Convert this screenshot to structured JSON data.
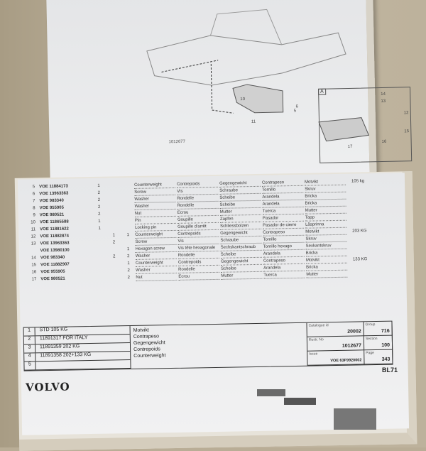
{
  "diagram": {
    "illustration_no": "1012677",
    "detail_label": "A",
    "callouts": [
      "5",
      "6",
      "10",
      "11",
      "12",
      "13",
      "14",
      "15",
      "16",
      "17"
    ]
  },
  "parts": [
    {
      "pos": "5",
      "part": "VOE 11884173",
      "q1": "1",
      "q2": "",
      "q3": "",
      "en": "Counterweight",
      "fr": "Contrepoids",
      "de": "Gegengewicht",
      "es": "Contrapeso",
      "sv": "Motvikt",
      "remark": "105 kg"
    },
    {
      "pos": "6",
      "part": "VOE 13963363",
      "q1": "2",
      "q2": "",
      "q3": "",
      "en": "Screw",
      "fr": "Vis",
      "de": "Schraube",
      "es": "Tornillo",
      "sv": "Skruv",
      "remark": ""
    },
    {
      "pos": "7",
      "part": "VOE 983340",
      "q1": "2",
      "q2": "",
      "q3": "",
      "en": "Washer",
      "fr": "Rondelle",
      "de": "Scheibe",
      "es": "Arandela",
      "sv": "Bricka",
      "remark": ""
    },
    {
      "pos": "8",
      "part": "VOE 955905",
      "q1": "2",
      "q2": "",
      "q3": "",
      "en": "Washer",
      "fr": "Rondelle",
      "de": "Scheibe",
      "es": "Arandela",
      "sv": "Bricka",
      "remark": ""
    },
    {
      "pos": "9",
      "part": "VOE 980521",
      "q1": "2",
      "q2": "",
      "q3": "",
      "en": "Nut",
      "fr": "Ecrou",
      "de": "Mutter",
      "es": "Tuerca",
      "sv": "Mutter",
      "remark": ""
    },
    {
      "pos": "10",
      "part": "VOE 11865588",
      "q1": "1",
      "q2": "",
      "q3": "",
      "en": "Pin",
      "fr": "Goupille",
      "de": "Zapfen",
      "es": "Pasador",
      "sv": "Tapp",
      "remark": ""
    },
    {
      "pos": "11",
      "part": "VOE 11881622",
      "q1": "1",
      "q2": "",
      "q3": "",
      "en": "Locking pin",
      "fr": "Goupille d'arrêt",
      "de": "Schliessbolzen",
      "es": "Pasador de cierre",
      "sv": "Låsprinna",
      "remark": ""
    },
    {
      "pos": "12",
      "part": "VOE 11882874",
      "q1": "",
      "q2": "1",
      "q3": "1",
      "en": "Counterweight",
      "fr": "Contrepoids",
      "de": "Gegengewicht",
      "es": "Contrapeso",
      "sv": "Motvikt",
      "remark": "203 KG"
    },
    {
      "pos": "13",
      "part": "VOE 13963363",
      "q1": "",
      "q2": "2",
      "q3": "",
      "en": "Screw",
      "fr": "Vis",
      "de": "Schraube",
      "es": "Tornillo",
      "sv": "Skruv",
      "remark": ""
    },
    {
      "pos": "",
      "part": "VOE 13980100",
      "q1": "",
      "q2": "",
      "q3": "1",
      "en": "Hexagon screw",
      "fr": "Vis tête hexagonale",
      "de": "Sechskantschraub",
      "es": "Tornillo hexago",
      "sv": "Sexkantskruv",
      "remark": ""
    },
    {
      "pos": "14",
      "part": "VOE 983340",
      "q1": "",
      "q2": "2",
      "q3": "2",
      "en": "Washer",
      "fr": "Rondelle",
      "de": "Scheibe",
      "es": "Arandela",
      "sv": "Bricka",
      "remark": ""
    },
    {
      "pos": "15",
      "part": "VOE 11882907",
      "q1": "",
      "q2": "",
      "q3": "1",
      "en": "Counterweight",
      "fr": "Contrepoids",
      "de": "Gegengewicht",
      "es": "Contrapeso",
      "sv": "Motvikt",
      "remark": "133 KG"
    },
    {
      "pos": "16",
      "part": "VOE 955905",
      "q1": "",
      "q2": "",
      "q3": "2",
      "en": "Washer",
      "fr": "Rondelle",
      "de": "Scheibe",
      "es": "Arandela",
      "sv": "Bricka",
      "remark": ""
    },
    {
      "pos": "17",
      "part": "VOE 980521",
      "q1": "",
      "q2": "",
      "q3": "2",
      "en": "Nut",
      "fr": "Ecrou",
      "de": "Mutter",
      "es": "Tuerca",
      "sv": "Mutter",
      "remark": ""
    }
  ],
  "variants": [
    {
      "n": "1",
      "text": "STD 105 KG"
    },
    {
      "n": "2",
      "text": "11891317 FOR ITALY"
    },
    {
      "n": "3",
      "text": "11891359 202 KG"
    },
    {
      "n": "4",
      "text": "11891358 202+133 KG"
    },
    {
      "n": "5",
      "text": ""
    }
  ],
  "title_names": [
    "Motvikt",
    "Contrapeso",
    "Gegengewicht",
    "Contrepoids",
    "Counterweight"
  ],
  "info": {
    "catalogue_label": "Catalogue id",
    "catalogue": "20002",
    "group_label": "Group",
    "group": "716",
    "illustr_label": "Illustr. No",
    "illustr": "1012677",
    "section_label": "Section",
    "section": "100",
    "issue_label": "Issue",
    "issue": "VOE 63F9920002",
    "page_label": "Page",
    "page": "343"
  },
  "brand": "VOLVO",
  "book_code": "BL71"
}
